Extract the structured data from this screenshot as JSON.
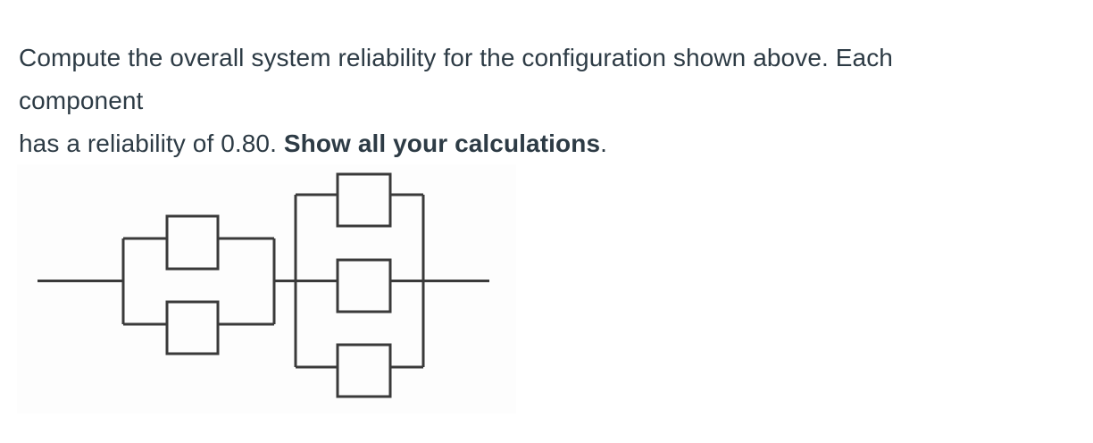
{
  "page": {
    "background_color": "#ffffff",
    "text_color": "#2d3b45"
  },
  "question": {
    "line1": "Compute the overall system reliability for the configuration shown above. Each",
    "line2": "component",
    "line3_prefix": "has a reliability of 0.80. ",
    "line3_bold": "Show all your calculations",
    "line3_suffix": "."
  },
  "diagram": {
    "type": "reliability-block-diagram",
    "description": "Series arrangement of two parallel stages: stage 1 has 2 parallel components, stage 2 has 3 parallel components",
    "component_reliability": 0.8,
    "stages": [
      {
        "name": "stage-1",
        "parallel_components": 2
      },
      {
        "name": "stage-2",
        "parallel_components": 3
      }
    ],
    "line_color": "#3a3a3a",
    "background_color": "#fdfdfd"
  }
}
